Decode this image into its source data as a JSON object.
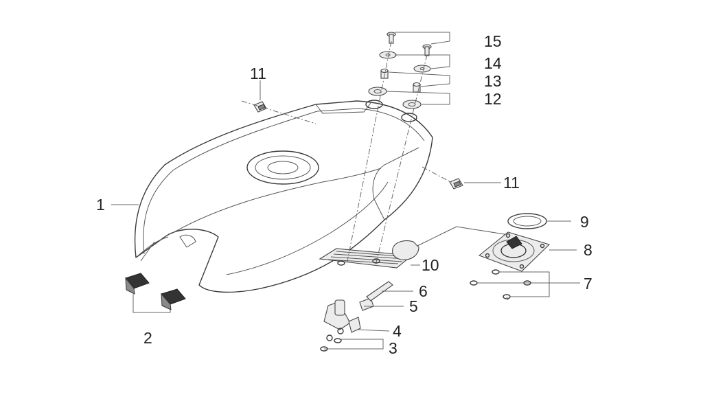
{
  "callouts": [
    {
      "id": "1",
      "label": "1"
    },
    {
      "id": "2",
      "label": "2"
    },
    {
      "id": "3",
      "label": "3"
    },
    {
      "id": "4",
      "label": "4"
    },
    {
      "id": "5",
      "label": "5"
    },
    {
      "id": "6",
      "label": "6"
    },
    {
      "id": "7",
      "label": "7"
    },
    {
      "id": "8",
      "label": "8"
    },
    {
      "id": "9",
      "label": "9"
    },
    {
      "id": "10",
      "label": "10"
    },
    {
      "id": "11a",
      "label": "11"
    },
    {
      "id": "11b",
      "label": "11"
    },
    {
      "id": "12",
      "label": "12"
    },
    {
      "id": "13",
      "label": "13"
    },
    {
      "id": "14",
      "label": "14"
    },
    {
      "id": "15",
      "label": "15"
    }
  ],
  "colors": {
    "line": "#3a3a3a",
    "text": "#222222",
    "background": "#ffffff"
  }
}
